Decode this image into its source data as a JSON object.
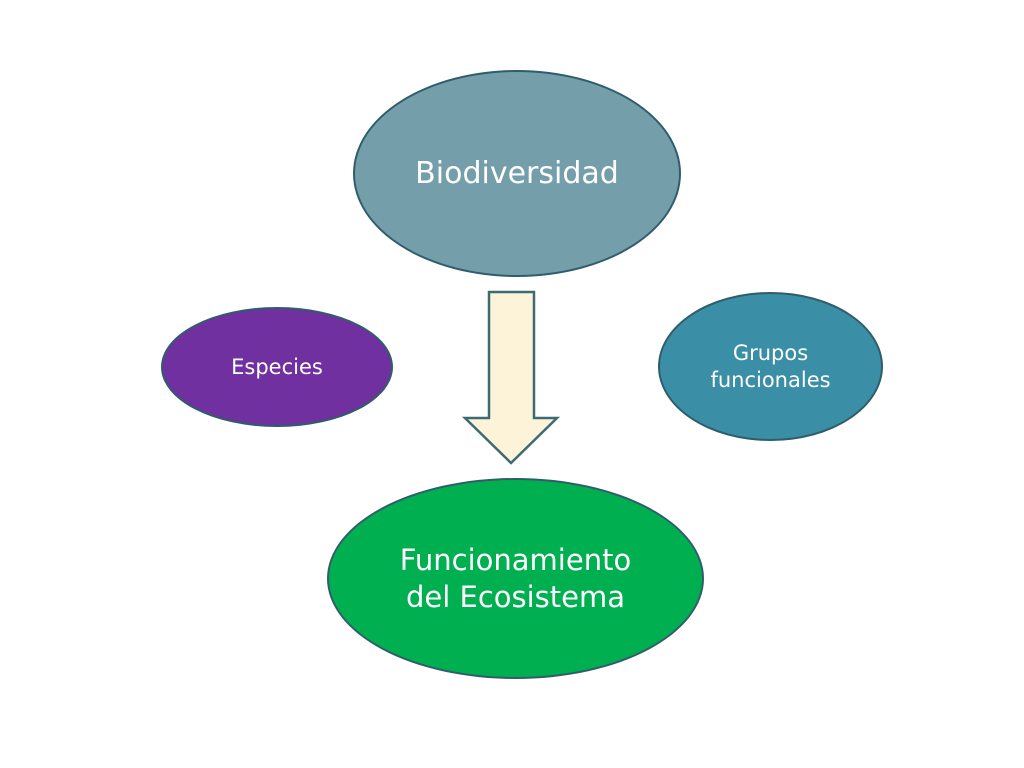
{
  "nodes": {
    "biodiversidad": {
      "line1": "Biodiversidad",
      "fill": "#739eaa"
    },
    "especies": {
      "line1": "Especies",
      "fill": "#7030a0"
    },
    "grupos_funcionales": {
      "line1": "Grupos",
      "line2": "funcionales",
      "fill": "#3a8ea6"
    },
    "funcionamiento": {
      "line1": "Funcionamiento",
      "line2": "del Ecosistema",
      "fill": "#00b050"
    }
  },
  "arrow": {
    "direction": "down",
    "from": "biodiversidad",
    "to": "funcionamiento",
    "fill": "#fdf3d9",
    "stroke": "#3c6b74"
  },
  "colors": {
    "background": "#ffffff",
    "node_border": "#2f5d6b",
    "text": "#ffffff"
  }
}
